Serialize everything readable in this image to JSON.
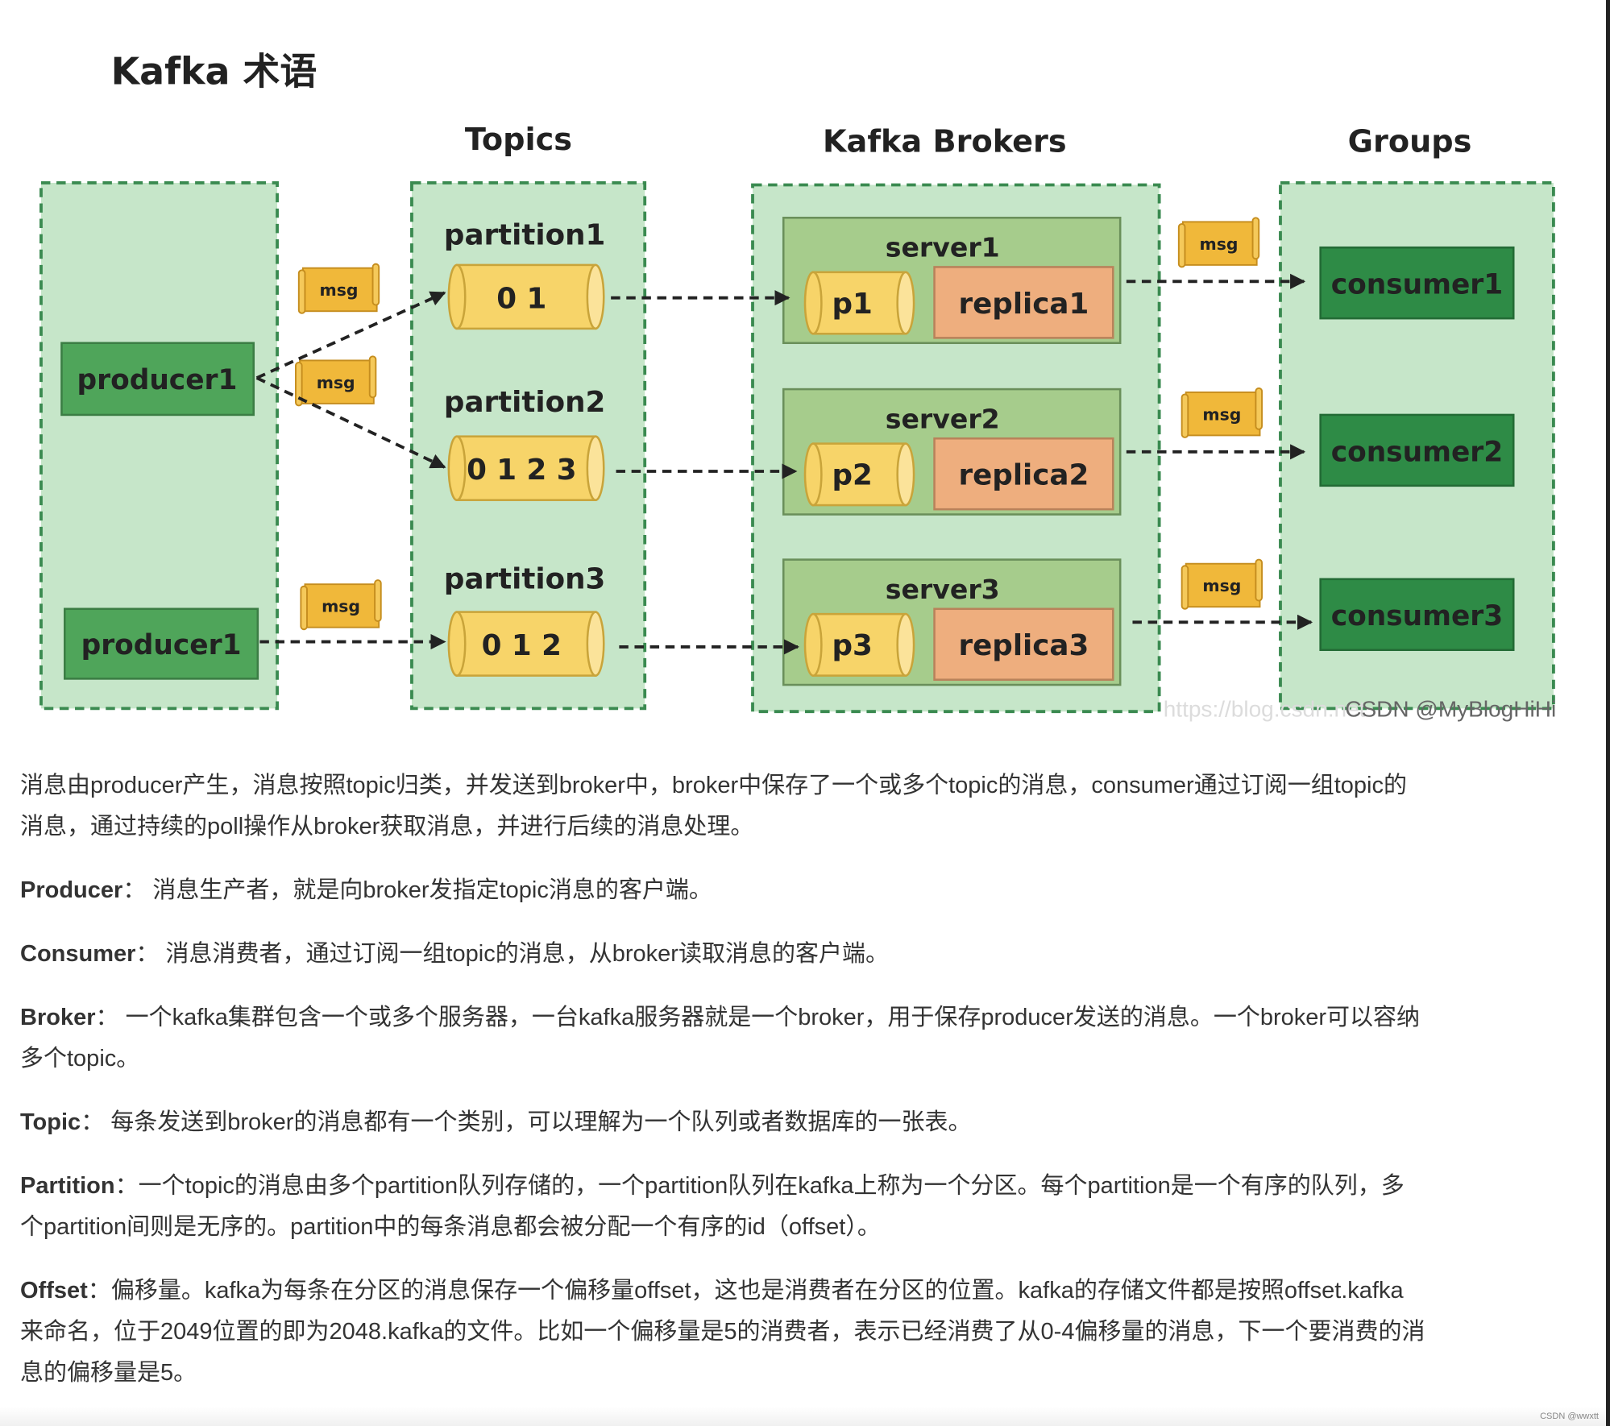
{
  "diagram": {
    "title": "Kafka 术语",
    "headers": {
      "topics": "Topics",
      "brokers": "Kafka Brokers",
      "groups": "Groups"
    },
    "producers": [
      "producer1",
      "producer1"
    ],
    "partitions": [
      {
        "label": "partition1",
        "offsets": "0 1"
      },
      {
        "label": "partition2",
        "offsets": "0 1 2 3"
      },
      {
        "label": "partition3",
        "offsets": "0 1 2"
      }
    ],
    "servers": [
      {
        "label": "server1",
        "partition": "p1",
        "replica": "replica1"
      },
      {
        "label": "server2",
        "partition": "p2",
        "replica": "replica2"
      },
      {
        "label": "server3",
        "partition": "p3",
        "replica": "replica3"
      }
    ],
    "consumers": [
      "consumer1",
      "consumer2",
      "consumer3"
    ],
    "msg_label": "msg",
    "watermark_url": "https://blog.csdn.net",
    "watermark": "CSDN @MyBlogHiHi",
    "colors": {
      "group_bg": "#c6e6c9",
      "group_border": "#3a8a50",
      "producer": "#4fa55a",
      "consumer": "#2e8b46",
      "cylinder": "#f7d469",
      "server": "#a6cc8c",
      "replica": "#eeae7e",
      "msg": "#f0b83a"
    }
  },
  "article": {
    "intro": [
      "消息由producer产生，消息按照topic归类，并发送到broker中，broker中保存了一个或多个topic的消息，consumer通过订阅一组topic的",
      "消息，通过持续的poll操作从broker获取消息，并进行后续的消息处理。"
    ],
    "terms": [
      {
        "term": "Producer",
        "sep": "： ",
        "lines": [
          "消息生产者，就是向broker发指定topic消息的客户端。"
        ]
      },
      {
        "term": "Consumer",
        "sep": "： ",
        "lines": [
          "消息消费者，通过订阅一组topic的消息，从broker读取消息的客户端。"
        ]
      },
      {
        "term": "Broker",
        "sep": "： ",
        "lines": [
          "一个kafka集群包含一个或多个服务器，一台kafka服务器就是一个broker，用于保存producer发送的消息。一个broker可以容纳",
          "多个topic。"
        ]
      },
      {
        "term": "Topic",
        "sep": "： ",
        "lines": [
          "每条发送到broker的消息都有一个类别，可以理解为一个队列或者数据库的一张表。"
        ]
      },
      {
        "term": "Partition",
        "sep": "：",
        "lines": [
          "一个topic的消息由多个partition队列存储的，一个partition队列在kafka上称为一个分区。每个partition是一个有序的队列，多",
          "个partition间则是无序的。partition中的每条消息都会被分配一个有序的id（offset）。"
        ]
      },
      {
        "term": "Offset",
        "sep": "：",
        "lines": [
          "偏移量。kafka为每条在分区的消息保存一个偏移量offset，这也是消费者在分区的位置。kafka的存储文件都是按照offset.kafka",
          "来命名，位于2049位置的即为2048.kafka的文件。比如一个偏移量是5的消费者，表示已经消费了从0-4偏移量的消息，下一个要消费的消",
          "息的偏移量是5。"
        ]
      }
    ]
  },
  "footer_watermark": "CSDN @wwxtt"
}
